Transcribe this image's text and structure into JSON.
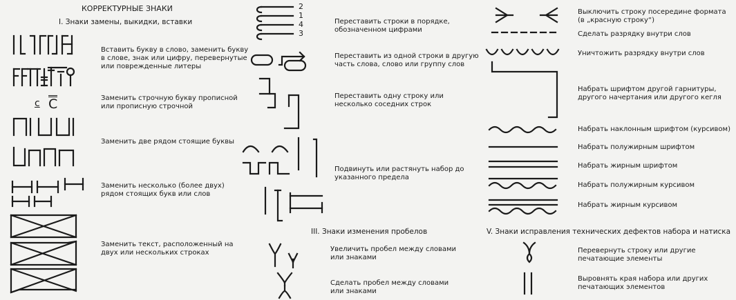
{
  "title": "КОРРЕКТУРНЫЕ ЗНАКИ",
  "sections": {
    "s1": "I. Знаки замены, выкидки, вставки",
    "s3": "III. Знаки изменения пробелов",
    "s5": "V. Знаки исправления технических дефектов набора и натиска"
  },
  "items": {
    "insert_letter": "Вставить букву в слово, заменить букву\nв слове, знак или цифру, перевернутые\nили поврежденные литеры",
    "case_change": "Заменить строчную букву прописной\nили прописную строчной",
    "swap_two": "Заменить две рядом стоящие буквы",
    "replace_several": "Заменить несколько (более двух)\nрядом стоящих букв или слов",
    "replace_text": "Заменить текст, расположенный на\nдвух или нескольких строках",
    "reorder_lines": "Переставить строки в порядке,\nобозначенном цифрами",
    "move_part": "Переставить из одной строки в другую\nчасть слова, слово или группу слов",
    "move_lines": "Переставить одну строку или\nнесколько соседних строк",
    "shift_text": "Подвинуть или растянуть набор до\nуказанного предела",
    "increase_space": "Увеличить пробел между словами\nили знаками",
    "make_space": "Сделать пробел между словами\nили знаками",
    "center_line": "Выключить строку посередине формата\n(в „красную строку“)",
    "letterspace": "Сделать разрядку внутри слов",
    "remove_letterspace": "Уничтожить разрядку внутри слов",
    "other_font": "Набрать шрифтом другой гарнитуры,\nдругого начертания или другого кегля",
    "italic": "Набрать наклонным шрифтом (курсивом)",
    "semibold": "Набрать полужирным шрифтом",
    "bold": "Набрать жирным шрифтом",
    "semibold_italic": "Набрать полужирным курсивом",
    "bold_italic": "Набрать жирным курсивом",
    "flip_line": "Перевернуть строку или другие\nпечатающие элементы",
    "align_edges": "Выровнять края набора или других\nпечатающих элементов"
  },
  "symbols": {
    "case_lower": "c",
    "case_upper": "C",
    "order_numbers": [
      "2",
      "1",
      "4",
      "3"
    ]
  }
}
